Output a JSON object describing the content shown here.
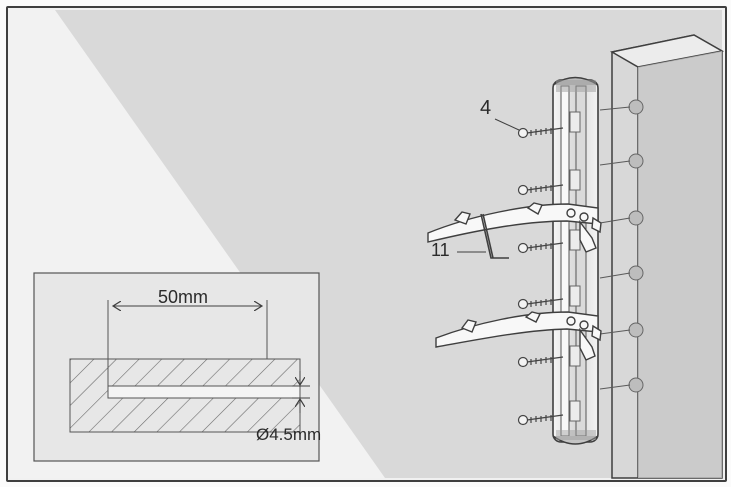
{
  "callouts": {
    "screw": "4",
    "hex_key": "11"
  },
  "inset": {
    "width_label": "50mm",
    "hole_label": "Ø4.5mm"
  },
  "colors": {
    "outline": "#3f3f3f",
    "shade": "#d7d7d7",
    "wall": "#cfcfcf",
    "post_front": "#e5e5e5",
    "post_side": "#c9c9c9",
    "bracket": "#f5f5f5"
  }
}
